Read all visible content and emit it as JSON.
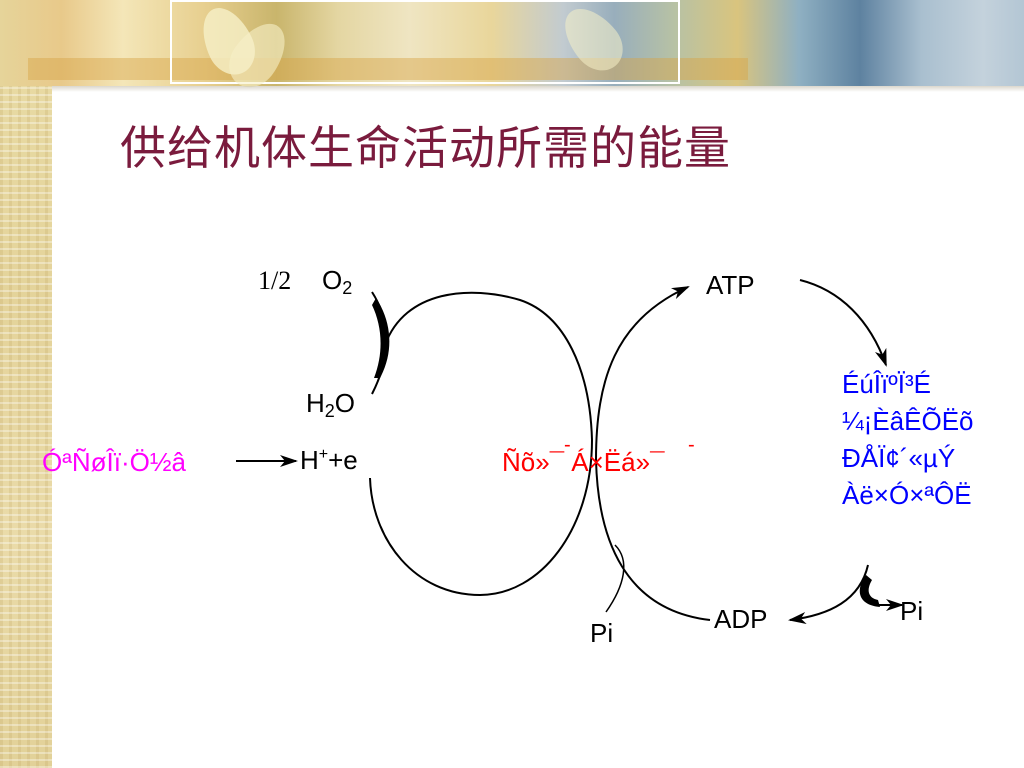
{
  "slide": {
    "title": "供给机体生命活动所需的能量"
  },
  "diagram": {
    "half_label": "1/2",
    "o2": {
      "base": "O",
      "sub": "2"
    },
    "h2o": {
      "base": "H",
      "sub": "2",
      "tail": "O"
    },
    "h_plus_e": {
      "base": "H",
      "sup": "+",
      "tail": "+e"
    },
    "substrate_label": "ÓªÑøÎï·Ö½â",
    "center_label": "Ñõ»¯ Á×Ëá»¯",
    "center_marks": [
      "-",
      "-"
    ],
    "atp": "ATP",
    "adp": "ADP",
    "pi_left": "Pi",
    "pi_right": "Pi",
    "right_text_lines": [
      "ÉúÎïºÏ³É",
      "¼¡ÈâÊÕËõ",
      "ÐÅÏ¢´«µÝ",
      "Àë×Ó×ªÔË"
    ]
  },
  "colors": {
    "title": "#7a1b3d",
    "substrate": "#ff00ff",
    "center": "#ff0000",
    "right_text": "#0000ff",
    "lines": "#000000"
  }
}
